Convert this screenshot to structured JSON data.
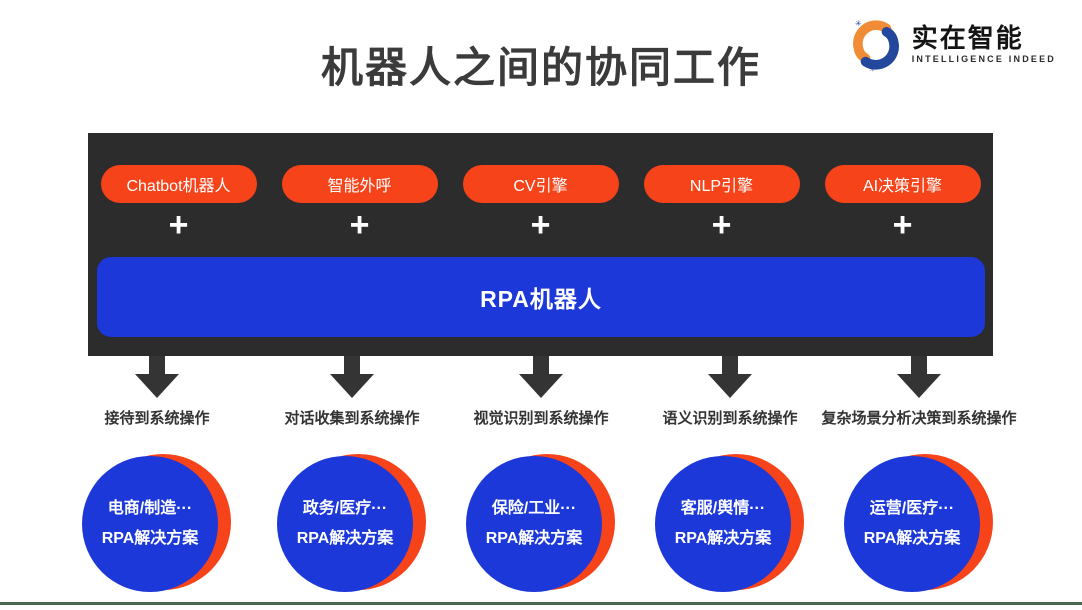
{
  "page": {
    "title": "机器人之间的协同工作"
  },
  "logo": {
    "name": "实在智能",
    "subtitle": "INTELLIGENCE INDEED"
  },
  "diagram": {
    "plus_symbol": "+",
    "rpa_bar_label": "RPA机器人",
    "engines": [
      {
        "label": "Chatbot机器人"
      },
      {
        "label": "智能外呼"
      },
      {
        "label": "CV引擎"
      },
      {
        "label": "NLP引擎"
      },
      {
        "label": "AI决策引擎"
      }
    ],
    "flows": [
      {
        "label": "接待到系统操作",
        "circle_line1": "电商/制造···",
        "circle_line2": "RPA解决方案"
      },
      {
        "label": "对话收集到系统操作",
        "circle_line1": "政务/医疗···",
        "circle_line2": "RPA解决方案"
      },
      {
        "label": "视觉识别到系统操作",
        "circle_line1": "保险/工业···",
        "circle_line2": "RPA解决方案"
      },
      {
        "label": "语义识别到系统操作",
        "circle_line1": "客服/舆情···",
        "circle_line2": "RPA解决方案"
      },
      {
        "label": "复杂场景分析决策到系统操作",
        "circle_line1": "运营/医疗···",
        "circle_line2": "RPA解决方案"
      }
    ],
    "colors": {
      "accent_orange": "#f6431a",
      "accent_blue": "#1c38d9",
      "panel_dark": "#2c2c2c",
      "arrow_gray": "#343434",
      "logo_orange": "#ef8c35",
      "logo_blue": "#23479c",
      "bottom_line_green": "#47684f"
    }
  }
}
